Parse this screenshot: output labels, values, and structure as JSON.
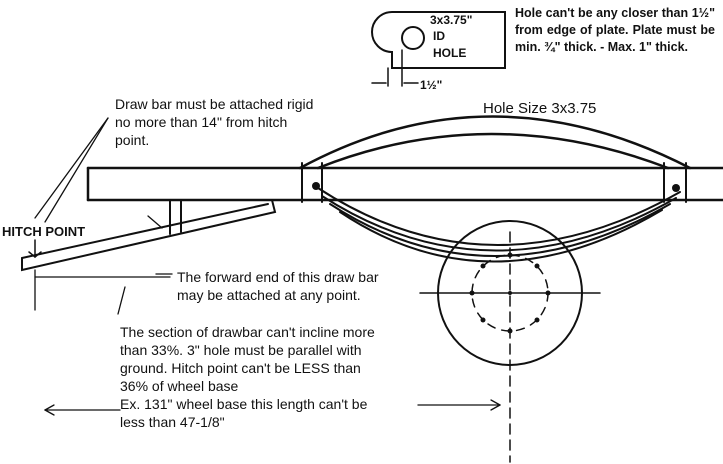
{
  "id_plate": {
    "dimension": "3x3.75\"",
    "id_label": "ID",
    "hole_label": "HOLE",
    "edge_dimension": "1½\""
  },
  "hole_note": "Hole can't be any closer than 1½\" from edge of plate. Plate must be min. ¾\" thick. - Max. 1\" thick.",
  "hole_size_title": "Hole Size 3x3.75",
  "drawbar_attach_note": "Draw bar must be attached rigid no more than 14\" from hitch point.",
  "hitch_point_label": "HITCH POINT",
  "forward_end_note": "The forward end of this draw bar may be attached at any point.",
  "section_note": {
    "line1": "The section of drawbar can't incline more than 33%. 3\" hole must be parallel with ground. Hitch point can't be LESS than 36% of wheel base",
    "line2": "Ex. 131\" wheel base this length can't be less than 47-1/8\""
  }
}
